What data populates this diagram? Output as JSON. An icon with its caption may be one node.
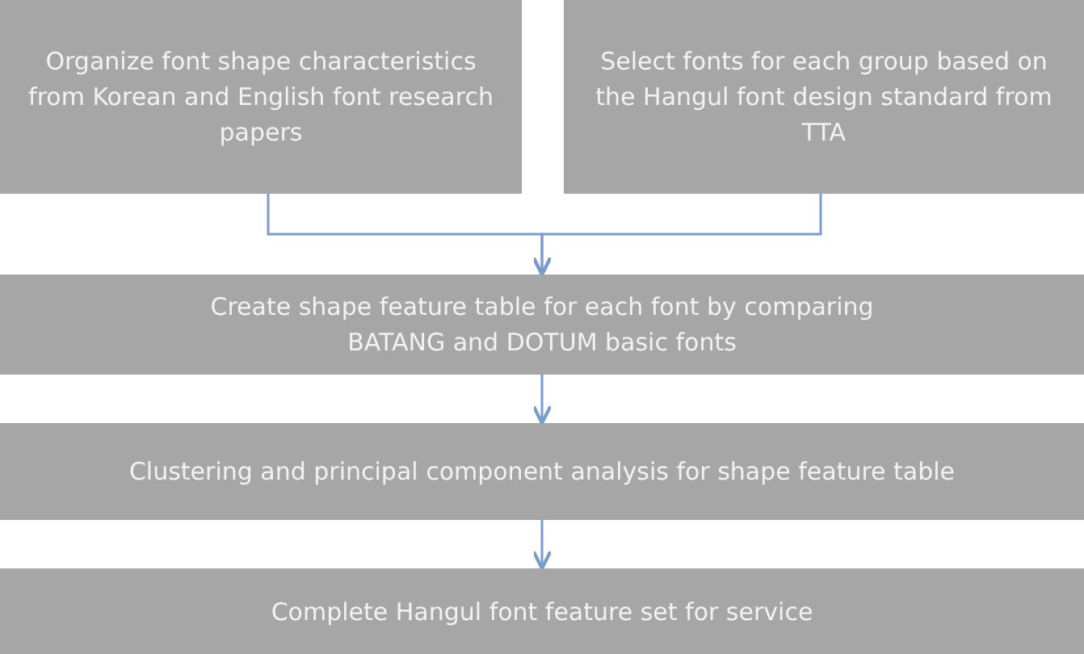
{
  "diagram": {
    "nodes": [
      {
        "text": [
          "Organize font shape characteristics from Korean and English font research papers"
        ]
      },
      {
        "text": [
          "Select fonts for each group based on the Hangul font design standard from TTA"
        ]
      },
      {
        "text": [
          "Create shape feature table for each font by comparing BATANG and DOTUM basic fonts"
        ]
      },
      {
        "text": [
          "Clustering and principal component analysis for shape feature table"
        ]
      },
      {
        "text": [
          "Complete Hangul font feature set for service"
        ]
      }
    ],
    "edges": [
      {
        "from": 0,
        "to": 2,
        "arrow": "to"
      },
      {
        "from": 1,
        "to": 2,
        "arrow": "to"
      },
      {
        "from": 2,
        "to": 3,
        "arrow": "to"
      },
      {
        "from": 3,
        "to": 4,
        "arrow": "to"
      }
    ]
  }
}
